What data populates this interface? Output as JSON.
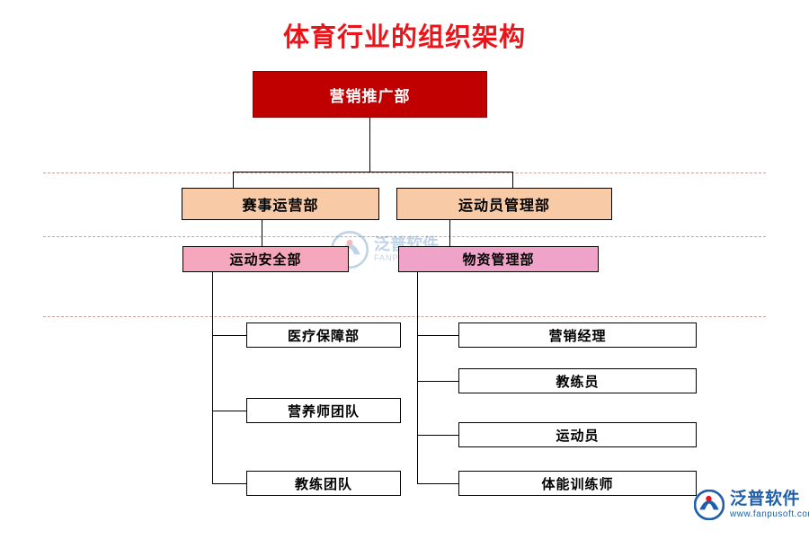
{
  "title": "体育行业的组织架构",
  "colors": {
    "title": "#e8161a",
    "root_fill": "#c00000",
    "level1_fill": "#f8cba6",
    "level2_fill": "#f5a7bd",
    "level2_alt_fill": "#f0a3c8",
    "leaf_fill": "#ffffff",
    "line": "#000000",
    "dashed": "#c8a0a0",
    "brand": "#1f5fa9"
  },
  "nodes": {
    "root": "营销推广部",
    "level1": [
      "赛事运营部",
      "运动员管理部"
    ],
    "level2": [
      "运动安全部",
      "物资管理部"
    ],
    "leaves_left": [
      "医疗保障部",
      "营养师团队",
      "教练团队"
    ],
    "leaves_right": [
      "营销经理",
      "教练员",
      "运动员",
      "体能训练师"
    ]
  },
  "watermark": {
    "cn": "泛普软件",
    "en": "FANPU SOFTWARE"
  },
  "brand": {
    "cn": "泛普软件",
    "en": "www.fanpusoft.com"
  }
}
